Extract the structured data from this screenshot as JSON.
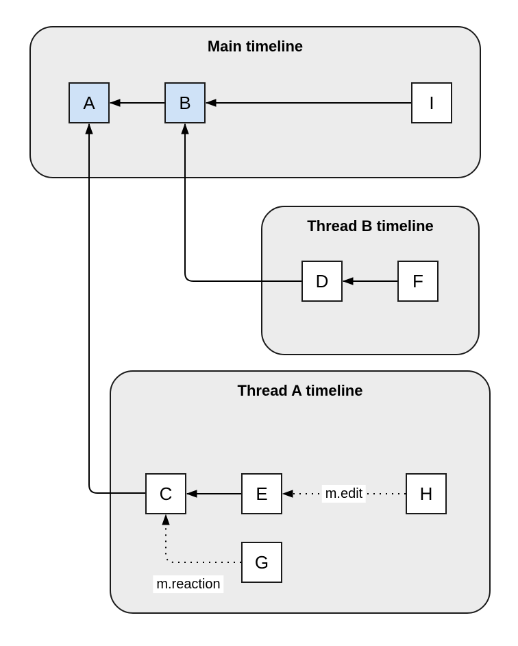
{
  "diagram": {
    "containers": [
      {
        "id": "main-timeline",
        "title": "Main timeline"
      },
      {
        "id": "thread-b-timeline",
        "title": "Thread B timeline"
      },
      {
        "id": "thread-a-timeline",
        "title": "Thread A timeline"
      }
    ],
    "nodes": [
      {
        "id": "A",
        "label": "A",
        "container": "main-timeline",
        "highlighted": true
      },
      {
        "id": "B",
        "label": "B",
        "container": "main-timeline",
        "highlighted": true
      },
      {
        "id": "I",
        "label": "I",
        "container": "main-timeline",
        "highlighted": false
      },
      {
        "id": "D",
        "label": "D",
        "container": "thread-b-timeline",
        "highlighted": false
      },
      {
        "id": "F",
        "label": "F",
        "container": "thread-b-timeline",
        "highlighted": false
      },
      {
        "id": "C",
        "label": "C",
        "container": "thread-a-timeline",
        "highlighted": false
      },
      {
        "id": "E",
        "label": "E",
        "container": "thread-a-timeline",
        "highlighted": false
      },
      {
        "id": "H",
        "label": "H",
        "container": "thread-a-timeline",
        "highlighted": false
      },
      {
        "id": "G",
        "label": "G",
        "container": "thread-a-timeline",
        "highlighted": false
      }
    ],
    "edges": [
      {
        "from": "B",
        "to": "A",
        "style": "solid",
        "label": ""
      },
      {
        "from": "I",
        "to": "B",
        "style": "solid",
        "label": ""
      },
      {
        "from": "F",
        "to": "D",
        "style": "solid",
        "label": ""
      },
      {
        "from": "D",
        "to": "B",
        "style": "solid",
        "label": ""
      },
      {
        "from": "C",
        "to": "A",
        "style": "solid",
        "label": ""
      },
      {
        "from": "E",
        "to": "C",
        "style": "solid",
        "label": ""
      },
      {
        "from": "H",
        "to": "E",
        "style": "dotted",
        "label": "m.edit"
      },
      {
        "from": "G",
        "to": "C",
        "style": "dotted",
        "label": "m.reaction"
      }
    ],
    "colors": {
      "container_fill": "#ececec",
      "container_border": "#1a1a1a",
      "node_fill": "#ffffff",
      "node_fill_highlight": "#cfe2f7",
      "node_border": "#1a1a1a",
      "edge_stroke": "#000000",
      "label_background": "#ffffff"
    }
  }
}
